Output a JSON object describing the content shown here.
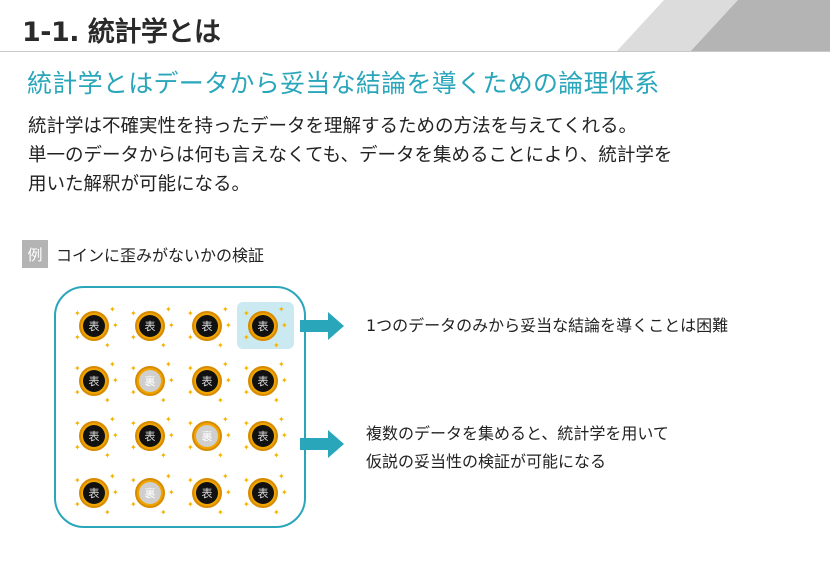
{
  "header": {
    "title": "1-1. 統計学とは"
  },
  "subtitle": "統計学とはデータから妥当な結論を導くための論理体系",
  "body_lines": [
    "統計学は不確実性を持ったデータを理解するための方法を与えてくれる。",
    "単一のデータからは何も言えなくても、データを集めることにより、統計学を",
    "用いた解釈が可能になる。"
  ],
  "example": {
    "tag": "例",
    "label": "コインに歪みがないかの検証"
  },
  "coins": {
    "heads_label": "表",
    "tails_label": "裏",
    "grid": [
      [
        "heads",
        "heads",
        "heads",
        "heads"
      ],
      [
        "heads",
        "tails",
        "heads",
        "heads"
      ],
      [
        "heads",
        "heads",
        "tails",
        "heads"
      ],
      [
        "heads",
        "tails",
        "heads",
        "heads"
      ]
    ],
    "highlighted": [
      0,
      3
    ]
  },
  "notes": {
    "single": "1つのデータのみから妥当な結論を導くことは困難",
    "multiple_lines": [
      "複数のデータを集めると、統計学を用いて",
      "仮説の妥当性の検証が可能になる"
    ]
  },
  "colors": {
    "accent": "#2aa6bb",
    "coin": "#f0a400"
  }
}
